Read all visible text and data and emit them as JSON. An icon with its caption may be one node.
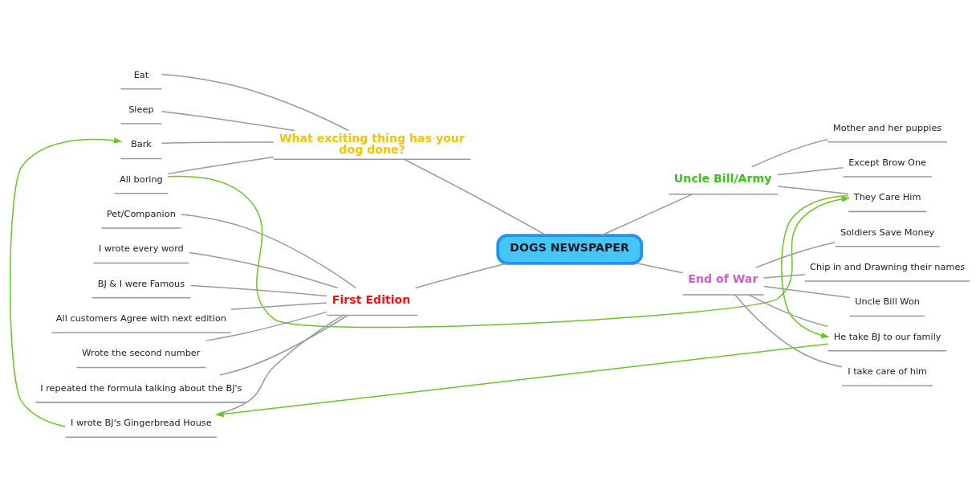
{
  "diagram": {
    "nodes": [
      {
        "text": [
          "DOGS NEWSPAPER"
        ]
      },
      {
        "text": [
          "What exciting thing has your dog done?"
        ]
      },
      {
        "text": [
          "Eat"
        ]
      },
      {
        "text": [
          "Sleep"
        ]
      },
      {
        "text": [
          "Bark"
        ]
      },
      {
        "text": [
          "All boring"
        ]
      },
      {
        "text": [
          "Uncle Bill/Army"
        ]
      },
      {
        "text": [
          "Mother and her puppies"
        ]
      },
      {
        "text": [
          "Except Brow One"
        ]
      },
      {
        "text": [
          "They Care Him"
        ]
      },
      {
        "text": [
          "First Edition"
        ]
      },
      {
        "text": [
          "Pet/Companion"
        ]
      },
      {
        "text": [
          "I wrote every word"
        ]
      },
      {
        "text": [
          "BJ & I were Famous"
        ]
      },
      {
        "text": [
          "All customers Agree with next edition"
        ]
      },
      {
        "text": [
          "Wrote the second number"
        ]
      },
      {
        "text": [
          "I repeated the formula talking about the BJ's"
        ]
      },
      {
        "text": [
          "I wrote BJ's Gingerbread House"
        ]
      },
      {
        "text": [
          "End of War"
        ]
      },
      {
        "text": [
          "Soldiers Save Money"
        ]
      },
      {
        "text": [
          "Chip in and Drawning their names"
        ]
      },
      {
        "text": [
          "Uncle Bill Won"
        ]
      },
      {
        "text": [
          "He take BJ to our family"
        ]
      },
      {
        "text": [
          "I take care of him"
        ]
      }
    ],
    "edges": [
      {
        "from": 0,
        "to": 1,
        "arrow": "none"
      },
      {
        "from": 1,
        "to": 2,
        "arrow": "none"
      },
      {
        "from": 1,
        "to": 3,
        "arrow": "none"
      },
      {
        "from": 1,
        "to": 4,
        "arrow": "none"
      },
      {
        "from": 1,
        "to": 5,
        "arrow": "none"
      },
      {
        "from": 0,
        "to": 6,
        "arrow": "none"
      },
      {
        "from": 6,
        "to": 7,
        "arrow": "none"
      },
      {
        "from": 6,
        "to": 8,
        "arrow": "none"
      },
      {
        "from": 6,
        "to": 9,
        "arrow": "none"
      },
      {
        "from": 0,
        "to": 10,
        "arrow": "none"
      },
      {
        "from": 10,
        "to": 11,
        "arrow": "none"
      },
      {
        "from": 10,
        "to": 12,
        "arrow": "none"
      },
      {
        "from": 10,
        "to": 13,
        "arrow": "none"
      },
      {
        "from": 10,
        "to": 14,
        "arrow": "none"
      },
      {
        "from": 10,
        "to": 15,
        "arrow": "none"
      },
      {
        "from": 10,
        "to": 16,
        "arrow": "none"
      },
      {
        "from": 10,
        "to": 17,
        "arrow": "none"
      },
      {
        "from": 0,
        "to": 18,
        "arrow": "none"
      },
      {
        "from": 18,
        "to": 19,
        "arrow": "none"
      },
      {
        "from": 18,
        "to": 20,
        "arrow": "none"
      },
      {
        "from": 18,
        "to": 21,
        "arrow": "none"
      },
      {
        "from": 18,
        "to": 22,
        "arrow": "none"
      },
      {
        "from": 18,
        "to": 23,
        "arrow": "none"
      },
      {
        "from": 5,
        "to": 9,
        "arrow": "to",
        "color": "#6cc524"
      },
      {
        "from": 17,
        "to": 4,
        "arrow": "to",
        "color": "#6cc524"
      },
      {
        "from": 9,
        "to": 22,
        "arrow": "to",
        "color": "#6cc524"
      },
      {
        "from": 22,
        "to": 17,
        "arrow": "to",
        "color": "#6cc524"
      }
    ]
  }
}
